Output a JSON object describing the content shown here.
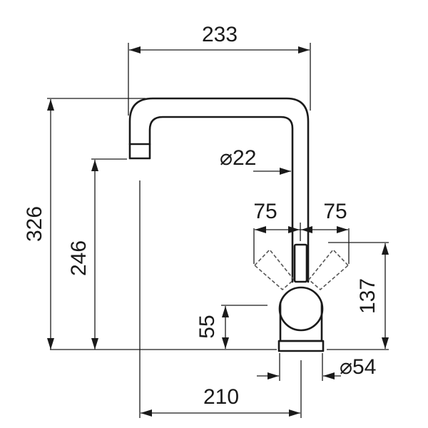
{
  "dimensions": {
    "total_width": "233",
    "total_height": "326",
    "spout_height": "246",
    "pipe_diameter": "⌀22",
    "lever_left": "75",
    "lever_right": "75",
    "lever_height": "137",
    "body_height": "55",
    "base_diameter": "⌀54",
    "reach": "210"
  }
}
